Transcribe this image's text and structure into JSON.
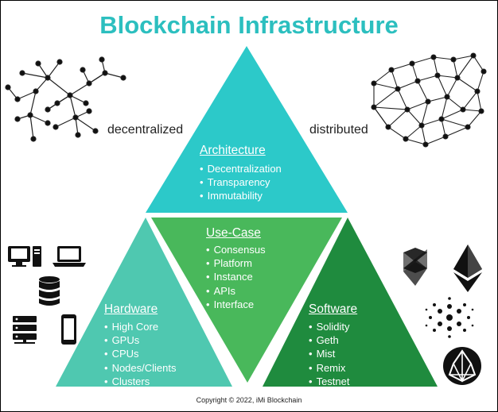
{
  "title": "Blockchain Infrastructure",
  "labels": {
    "decentralized": "decentralized",
    "distributed": "distributed"
  },
  "sections": {
    "architecture": {
      "heading": "Architecture",
      "items": [
        "Decentralization",
        "Transparency",
        "Immutability"
      ]
    },
    "use_case": {
      "heading": "Use-Case",
      "items": [
        "Consensus",
        "Platform",
        "Instance",
        "APIs",
        "Interface"
      ]
    },
    "hardware": {
      "heading": "Hardware",
      "items": [
        "High Core",
        "GPUs",
        "CPUs",
        "Nodes/Clients",
        "Clusters"
      ]
    },
    "software": {
      "heading": "Software",
      "items": [
        "Solidity",
        "Geth",
        "Mist",
        "Remix",
        "Testnet"
      ]
    }
  },
  "colors": {
    "title": "#2cbfbf",
    "architecture": "#2cc9c9",
    "use_case": "#49b85b",
    "hardware": "#4fc8b0",
    "software": "#1f8b3e"
  },
  "icons": {
    "hardware": [
      "desktop-computer-icon",
      "laptop-icon",
      "database-icon",
      "server-rack-icon",
      "mobile-phone-icon"
    ],
    "software": [
      "solidity-logo-icon",
      "ethereum-logo-icon",
      "cardano-logo-icon",
      "eos-logo-icon"
    ]
  },
  "copyright": "Copyright © 2022, iMi Blockchain"
}
